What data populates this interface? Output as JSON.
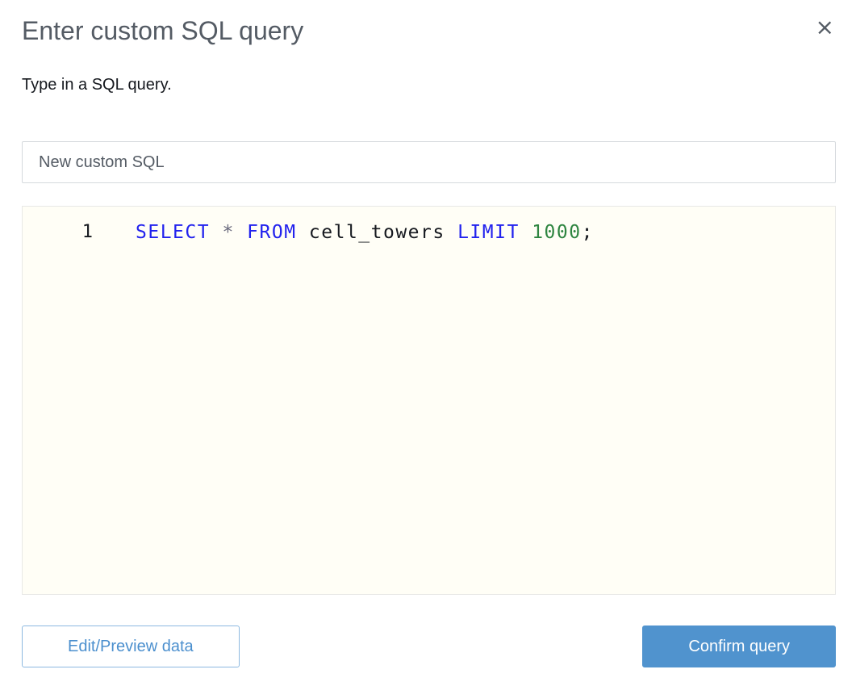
{
  "dialog": {
    "title": "Enter custom SQL query",
    "subtitle": "Type in a SQL query.",
    "close_icon": "×"
  },
  "query_name_input": {
    "value": "New custom SQL"
  },
  "sql_editor": {
    "line_number": "1",
    "query_text": "SELECT * FROM cell_towers LIMIT 1000;",
    "tokens": [
      {
        "text": "SELECT",
        "type": "keyword"
      },
      {
        "text": " ",
        "type": "plain"
      },
      {
        "text": "*",
        "type": "operator"
      },
      {
        "text": " ",
        "type": "plain"
      },
      {
        "text": "FROM",
        "type": "keyword"
      },
      {
        "text": " cell_towers ",
        "type": "plain"
      },
      {
        "text": "LIMIT",
        "type": "keyword"
      },
      {
        "text": " ",
        "type": "plain"
      },
      {
        "text": "1000",
        "type": "number"
      },
      {
        "text": ";",
        "type": "plain"
      }
    ]
  },
  "buttons": {
    "edit_preview": "Edit/Preview data",
    "confirm": "Confirm query"
  },
  "colors": {
    "title_text": "#545b64",
    "body_text": "#16191f",
    "primary_button_bg": "#5093ce",
    "primary_button_text": "#ffffff",
    "secondary_button_border": "#8db9e0",
    "secondary_button_text": "#4b8fce",
    "editor_background": "#fffef6",
    "syntax_keyword": "#2222ee",
    "syntax_operator": "#6a6a7d",
    "syntax_number": "#2e8540",
    "syntax_plain": "#16191f"
  }
}
